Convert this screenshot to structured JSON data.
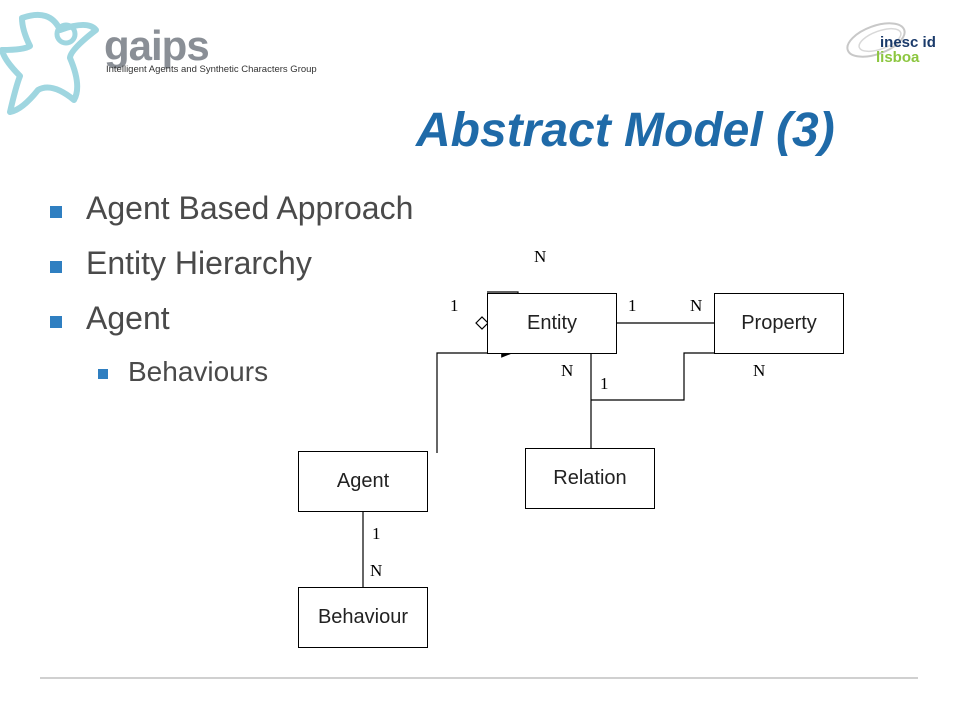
{
  "header": {
    "left_logo": {
      "name": "gaips",
      "subtitle": "Intelligent Agents and Synthetic Characters Group"
    },
    "right_logo": {
      "line1": "inesc id",
      "line2": "lisboa"
    }
  },
  "slide": {
    "title": "Abstract Model (3)",
    "bullets": [
      {
        "text": "Agent Based Approach",
        "level": 1
      },
      {
        "text": "Entity Hierarchy",
        "level": 1
      },
      {
        "text": "Agent",
        "level": 1
      },
      {
        "text": "Behaviours",
        "level": 2
      }
    ]
  },
  "diagram": {
    "boxes": {
      "entity": "Entity",
      "property": "Property",
      "agent": "Agent",
      "relation": "Relation",
      "behaviour": "Behaviour"
    },
    "multiplicities": {
      "entity_self_top": "N",
      "entity_self_left": "1",
      "entity_property_entity_side": "1",
      "entity_property_property_side": "N",
      "entity_relation_entity_side": "N",
      "relation_side": "1",
      "property_relation_property_side": "N",
      "agent_side": "1",
      "behaviour_side": "N"
    }
  },
  "colors": {
    "title": "#1f6aa8",
    "bullet_marker": "#2f7fc1",
    "body_text": "#4a4a4a"
  }
}
